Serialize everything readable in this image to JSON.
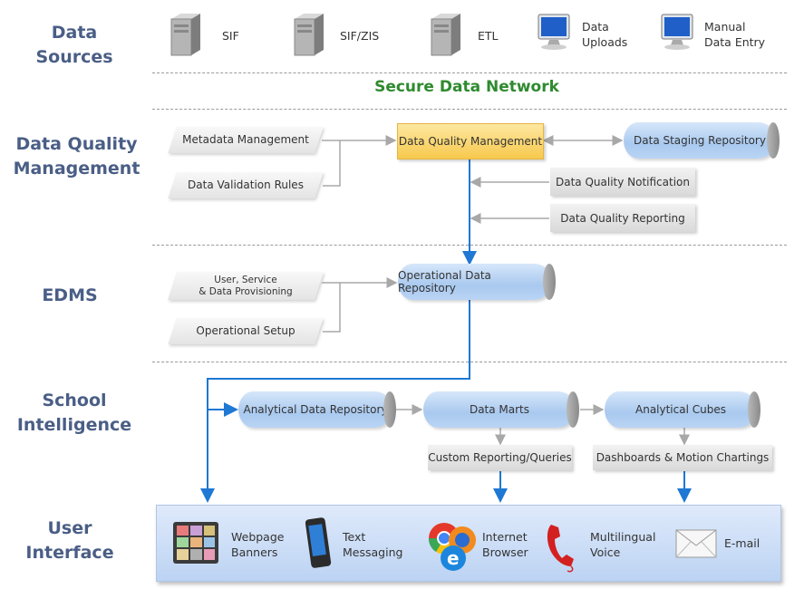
{
  "lanes": {
    "data_sources": "Data Sources",
    "dqm": "Data Quality\nManagement",
    "edms": "EDMS",
    "si": "School\nIntelligence",
    "ui": "User\nInterface"
  },
  "sources": {
    "sif": "SIF",
    "sif_zis": "SIF/ZIS",
    "etl": "ETL",
    "uploads": "Data\nUploads",
    "manual": "Manual\nData Entry"
  },
  "network_title": "Secure Data Network",
  "dqm": {
    "metadata": "Metadata Management",
    "validation": "Data Validation Rules",
    "core": "Data Quality Management",
    "staging": "Data Staging Repository",
    "notification": "Data Quality Notification",
    "reporting": "Data Quality Reporting"
  },
  "edms": {
    "provisioning": "User, Service\n& Data Provisioning",
    "setup": "Operational Setup",
    "odr": "Operational Data Repository"
  },
  "si": {
    "adr": "Analytical Data Repository",
    "marts": "Data Marts",
    "cubes": "Analytical Cubes",
    "custom": "Custom Reporting/Queries",
    "dashboards": "Dashboards & Motion Chartings"
  },
  "ui": {
    "banners": "Webpage\nBanners",
    "text": "Text\nMessaging",
    "browser": "Internet\nBrowser",
    "voice": "Multilingual\nVoice",
    "email": "E-mail"
  },
  "colors": {
    "lane_label": "#4a5e86",
    "network_title": "#2f8a2f",
    "flow_arrow": "#1e78d4",
    "connector": "#a8a8a8"
  }
}
